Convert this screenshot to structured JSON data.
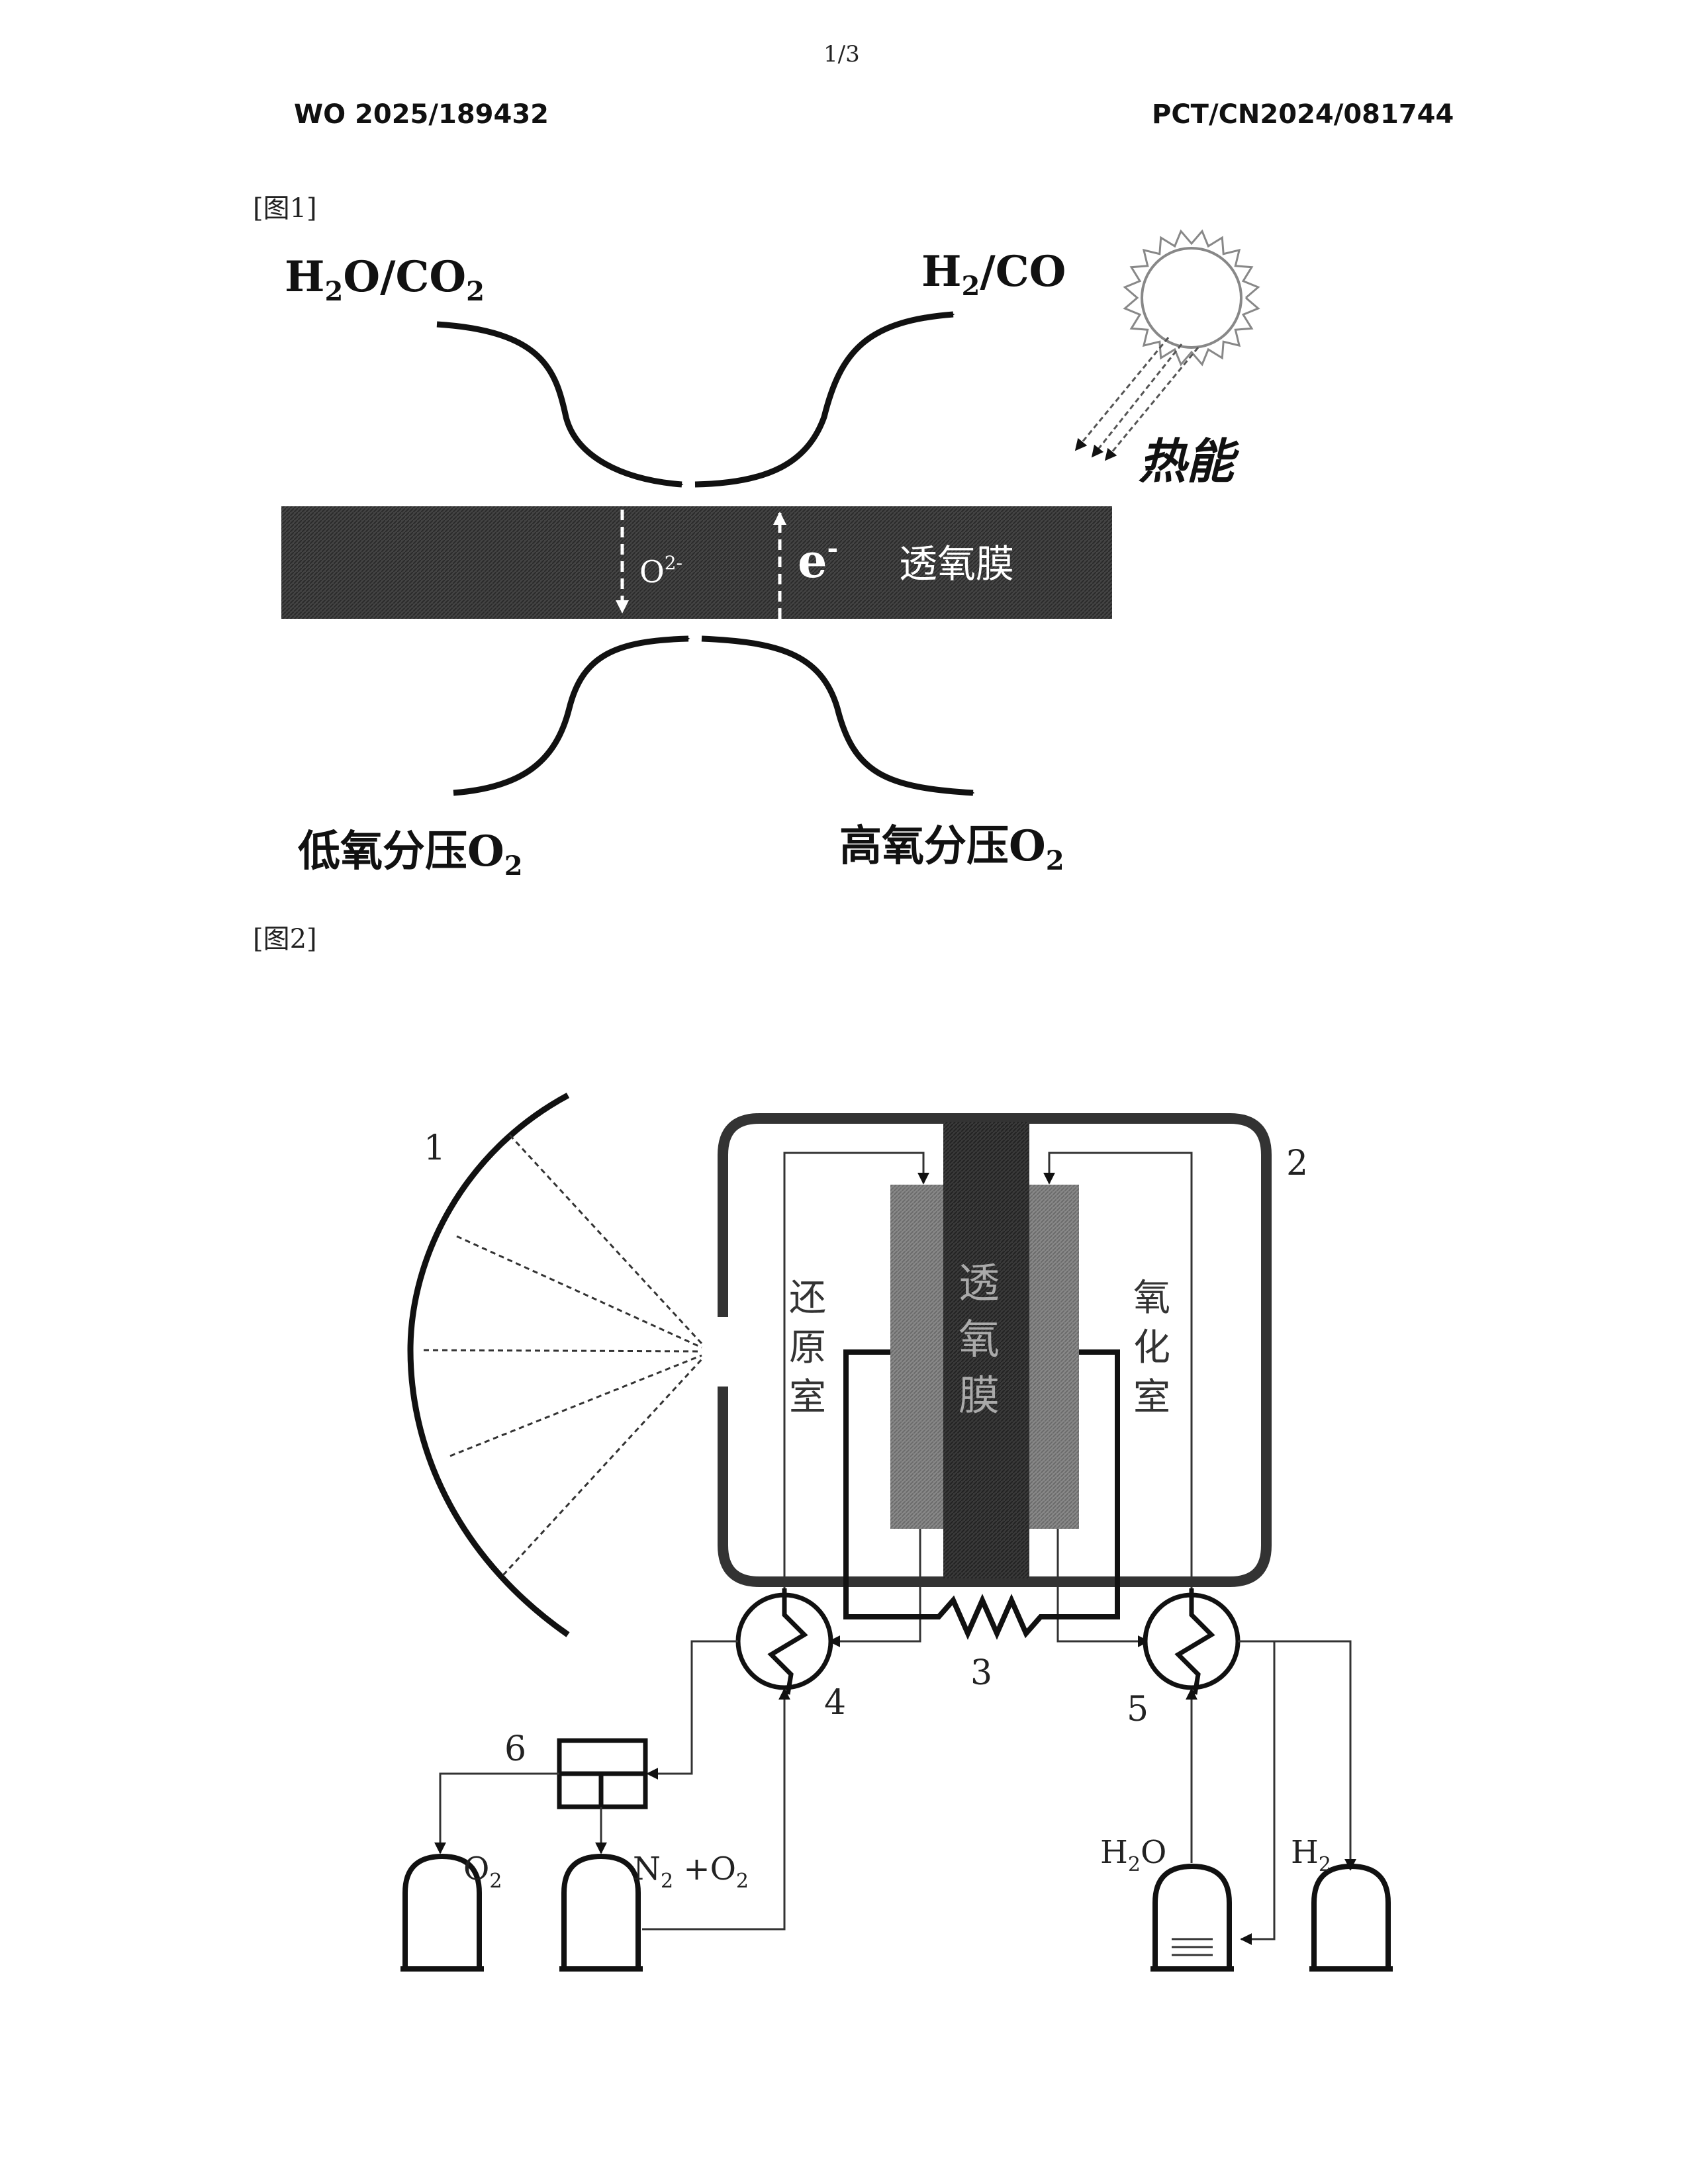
{
  "page_number": "1/3",
  "header": {
    "publication_number": "WO 2025/189432",
    "application_number": "PCT/CN2024/081744"
  },
  "figure1": {
    "label": "[图1]",
    "input_gas": {
      "main": "H",
      "sub1": "2",
      "mid": "O/CO",
      "sub2": "2"
    },
    "output_gas": {
      "main": "H",
      "sub1": "2",
      "mid": "/CO"
    },
    "heat": "热能",
    "membrane": "透氧膜",
    "ion": {
      "main": "O",
      "sup": "2-"
    },
    "electron": {
      "main": "e",
      "sup": "-"
    },
    "low_o2": {
      "text": "低氧分压O",
      "sub": "2"
    },
    "high_o2": {
      "text": "高氧分压O",
      "sub": "2"
    }
  },
  "figure2": {
    "label": "[图2]",
    "numbers": [
      "1",
      "2",
      "3",
      "4",
      "5",
      "6"
    ],
    "reduction_chamber": [
      "还",
      "原",
      "室"
    ],
    "membrane": [
      "透",
      "氧",
      "膜"
    ],
    "oxidation_chamber": [
      "氧",
      "化",
      "室"
    ],
    "o2_tank": {
      "main": "O",
      "sub": "2"
    },
    "n2o2_tank": {
      "a": "N",
      "a_sub": "2",
      "b": " +O",
      "b_sub": "2"
    },
    "h2o_tank": {
      "a": "H",
      "a_sub": "2",
      "b": "O"
    },
    "h2_tank": {
      "a": "H",
      "a_sub": "2"
    }
  }
}
